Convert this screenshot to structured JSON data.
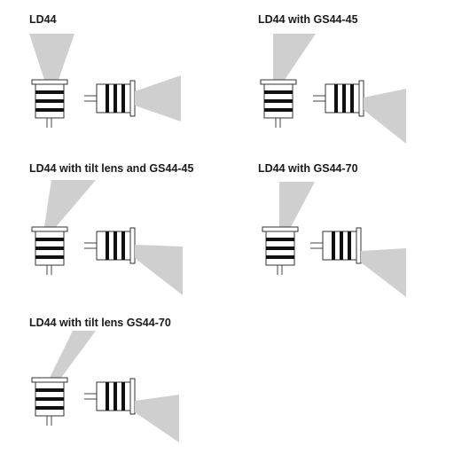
{
  "colors": {
    "beam": "#cfcfcf",
    "outline": "#333333",
    "band": "#111111",
    "title": "#1a1a1a"
  },
  "panels": [
    {
      "title": "LD44",
      "beam": "narrow"
    },
    {
      "title": "LD44 with GS44-45",
      "beam": "tilt45"
    },
    {
      "title": "LD44 with tilt lens and GS44-45",
      "beam": "tilt45-lens"
    },
    {
      "title": "LD44 with GS44-70",
      "beam": "tilt70"
    },
    {
      "title": "LD44 with tilt lens GS44-70",
      "beam": "tilt70-lens"
    }
  ]
}
